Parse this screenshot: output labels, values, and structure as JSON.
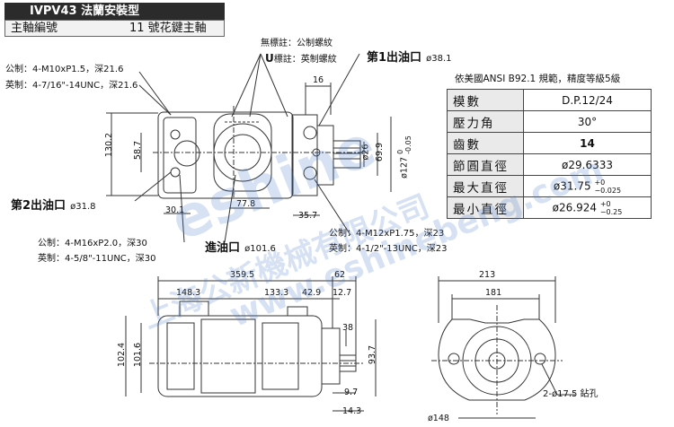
{
  "header": {
    "model": "IVPV43 法蘭安裝型",
    "shaft_label": "主軸編號",
    "shaft_value": "11 號花鍵主軸"
  },
  "notes": {
    "thread_note_metric": "無標註：公制螺紋",
    "thread_note_u_prefix": "U",
    "thread_note_u": "標註：英制螺紋"
  },
  "ports": {
    "outlet1_label": "第1出油口",
    "outlet1_size": "ø38.1",
    "outlet2_label": "第2出油口",
    "outlet2_size": "ø31.8",
    "inlet_label": "進油口",
    "inlet_size": "ø101.6"
  },
  "threads": {
    "top_metric": "公制：4-M10xP1.5，深21.6",
    "top_imperial": "英制：4-7/16\"-14UNC，深21.6",
    "bottom_left_metric": "公制：4-M16xP2.0，深30",
    "bottom_left_imperial": "英制：4-5/8\"-11UNC，深30",
    "bottom_right_metric": "公制：4-M12xP1.75，深23",
    "bottom_right_imperial": "英制：4-1/2\"-13UNC，深23"
  },
  "dimensions": {
    "top_view": {
      "d16": "16",
      "d130_2": "130.2",
      "d58_7": "58.7",
      "d30_1": "30.1",
      "d77_8": "77.8",
      "d35_7": "35.7",
      "dia26": "ø26",
      "d69_9": "69.9",
      "dia127": "ø127",
      "dia127_tol_top": "0",
      "dia127_tol_bot": "-0.05"
    },
    "side_view": {
      "d359_5": "359.5",
      "d62": "62",
      "d148_3": "148.3",
      "d133_3": "133.3",
      "d42_9": "42.9",
      "d12_7": "12.7",
      "d102_4": "102.4",
      "d101_6": "101.6",
      "d38": "38",
      "d93_7": "93.7",
      "d9_7": "9.7",
      "d14_3": "14.3"
    },
    "end_view": {
      "d213": "213",
      "d181": "181",
      "dia148": "ø148",
      "holes": "2-ø17.5 鉆孔"
    }
  },
  "spline_table": {
    "caption": "依美國ANSI  B92.1 規範，精度等級5級",
    "rows": [
      {
        "key": "模數",
        "value": "D.P.12/24"
      },
      {
        "key": "壓力角",
        "value": "30°"
      },
      {
        "key": "齒數",
        "value": "14"
      },
      {
        "key": "節圓直徑",
        "value": "ø29.6333"
      },
      {
        "key": "最大直徑",
        "value": "ø31.75",
        "tol_top": "+0",
        "tol_bot": "−0.025"
      },
      {
        "key": "最小直徑",
        "value": "ø26.924",
        "tol_top": "+0",
        "tol_bot": "−0.25"
      }
    ]
  },
  "watermark": {
    "line1": "eshine",
    "line2": "上海公新機械有限公司",
    "line3": "www.eshinebeng.com"
  },
  "colors": {
    "header_dark": "#2b2b2b",
    "drawing_line": "#333333",
    "watermark": "#4678c8"
  }
}
